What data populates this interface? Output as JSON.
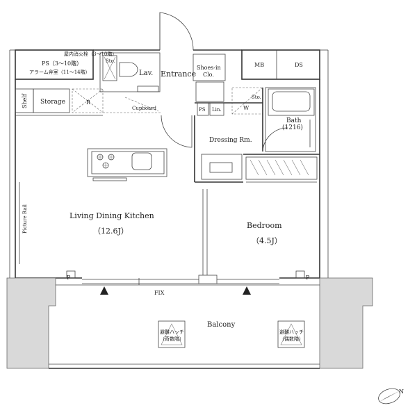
{
  "labels": {
    "ps_upper": "屋内消火栓（3～10階）",
    "ps_main": "PS（3～10階）",
    "ps_sub": "アラーム弁室（11～14階）",
    "mb": "MB",
    "ds": "DS",
    "sto_toilet": "Sto.",
    "lav": "Lav.",
    "entrance": "Entrance",
    "shoes_in": "Shoes-in",
    "clo": "Clo.",
    "shelf": "Shelf",
    "storage": "Storage",
    "r": "R",
    "cupboard": "Cupboard",
    "ps_small": "PS",
    "lin": "Lin.",
    "sto_dressing": "Sto.",
    "w": "W",
    "bath": "Bath",
    "bath_size": "(1216)",
    "dressing": "Dressing Rm.",
    "picture_rail": "Picture Rail",
    "ldk": "Living Dining Kitchen",
    "ldk_size": "（12.6J）",
    "bedroom": "Bedroom",
    "bedroom_size": "（4.5J）",
    "p_left": "P",
    "p_right": "P",
    "fix": "FIX",
    "balcony": "Balcony",
    "hatch_left_1": "避難ハッチ",
    "hatch_left_2": "（奇数階）",
    "hatch_right_1": "避難ハッチ",
    "hatch_right_2": "（偶数階）",
    "north": "N"
  }
}
